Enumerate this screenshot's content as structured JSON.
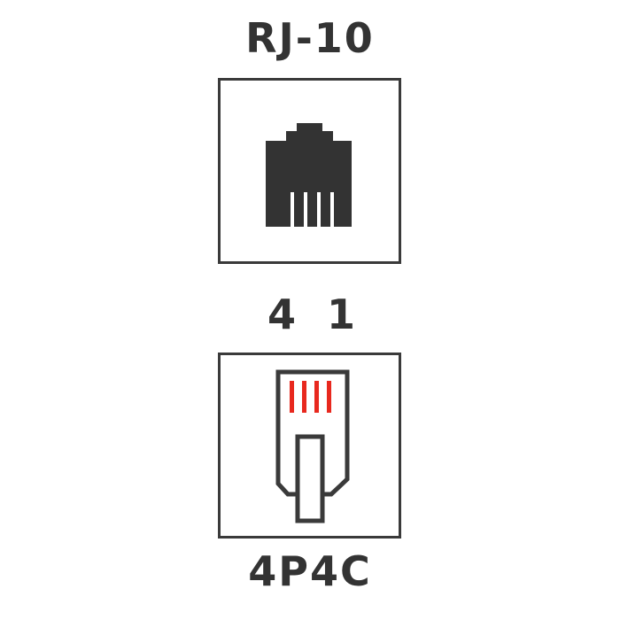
{
  "header": {
    "title": "RJ-10"
  },
  "pins": {
    "left": "4",
    "right": "1"
  },
  "footer": {
    "title": "4P4C"
  },
  "colors": {
    "outline": "#3a3a3a",
    "socket_fill": "#333333",
    "contacts": "#e8281e",
    "text": "#333333"
  },
  "icons": {
    "socket": "rj10-socket-icon",
    "plug": "rj10-plug-icon"
  },
  "contacts_count": 4
}
